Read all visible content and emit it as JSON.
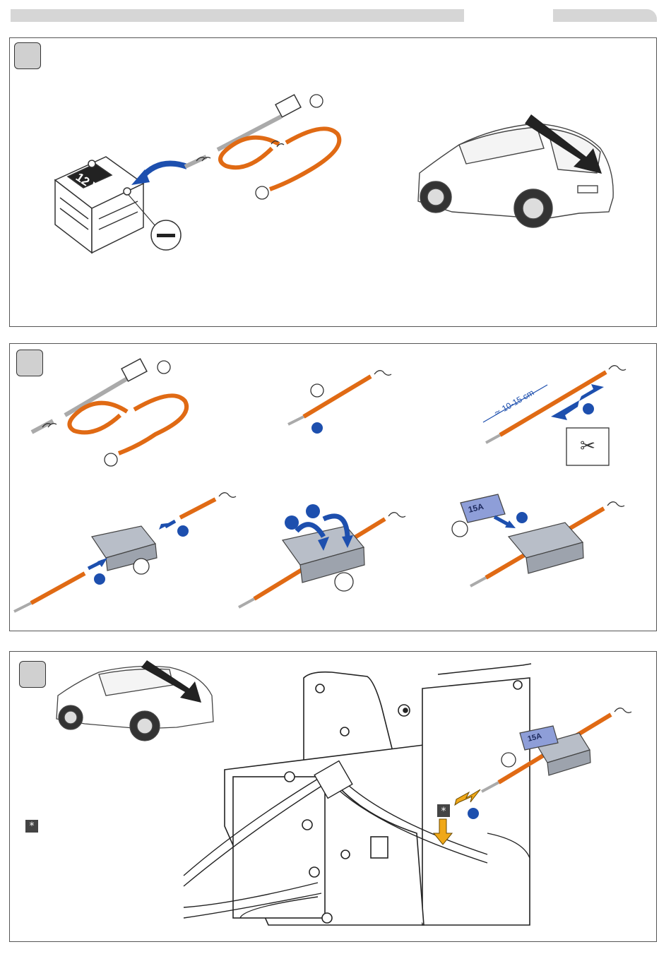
{
  "panel1": {
    "battery_voltage": "12 V"
  },
  "panel2": {
    "strip_length": "≃ 10-15 cm",
    "fuse_rating": "15A"
  },
  "panel3": {
    "fuse_rating": "15A",
    "asterisk_symbol": "*"
  },
  "colors": {
    "wire": "#e06a14",
    "blue_marker": "#1d4fae",
    "yellow_arrow": "#f0a818",
    "connector": "#b8bec8",
    "fuse": "#8e9ed8"
  }
}
